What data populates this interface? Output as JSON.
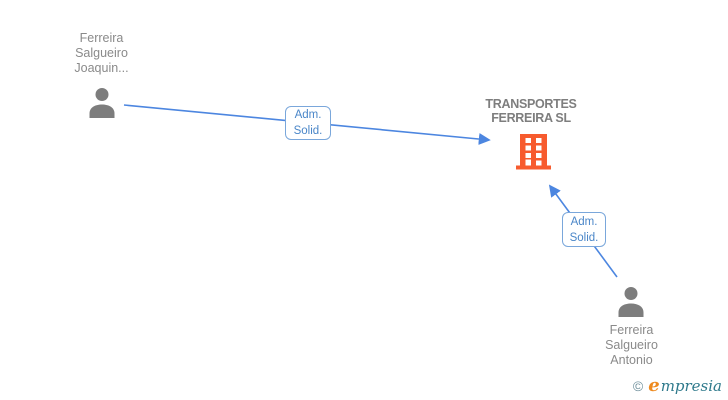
{
  "diagram": {
    "person1": {
      "name": "Ferreira\nSalgueiro\nJoaquin..."
    },
    "person2": {
      "name": "Ferreira\nSalgueiro\nAntonio"
    },
    "company": {
      "name": "TRANSPORTES\nFERREIRA SL"
    },
    "edge1": {
      "label": "Adm.\nSolid."
    },
    "edge2": {
      "label": "Adm.\nSolid."
    },
    "colors": {
      "person_name_text": "#8a8a8a",
      "company_name_text": "#7e7e7e",
      "person_icon": "#7d7d7d",
      "building_icon": "#f75b2e",
      "edge_line": "#4c86e0",
      "edge_label_text": "#4a86c8",
      "edge_label_border": "#7aa7db",
      "watermark_orange": "#ee8a1f",
      "watermark_teal": "#2f7a8c"
    },
    "watermark": {
      "copyright_symbol": "©",
      "brand_first_letter": "e",
      "brand_rest": "mpresia"
    }
  }
}
